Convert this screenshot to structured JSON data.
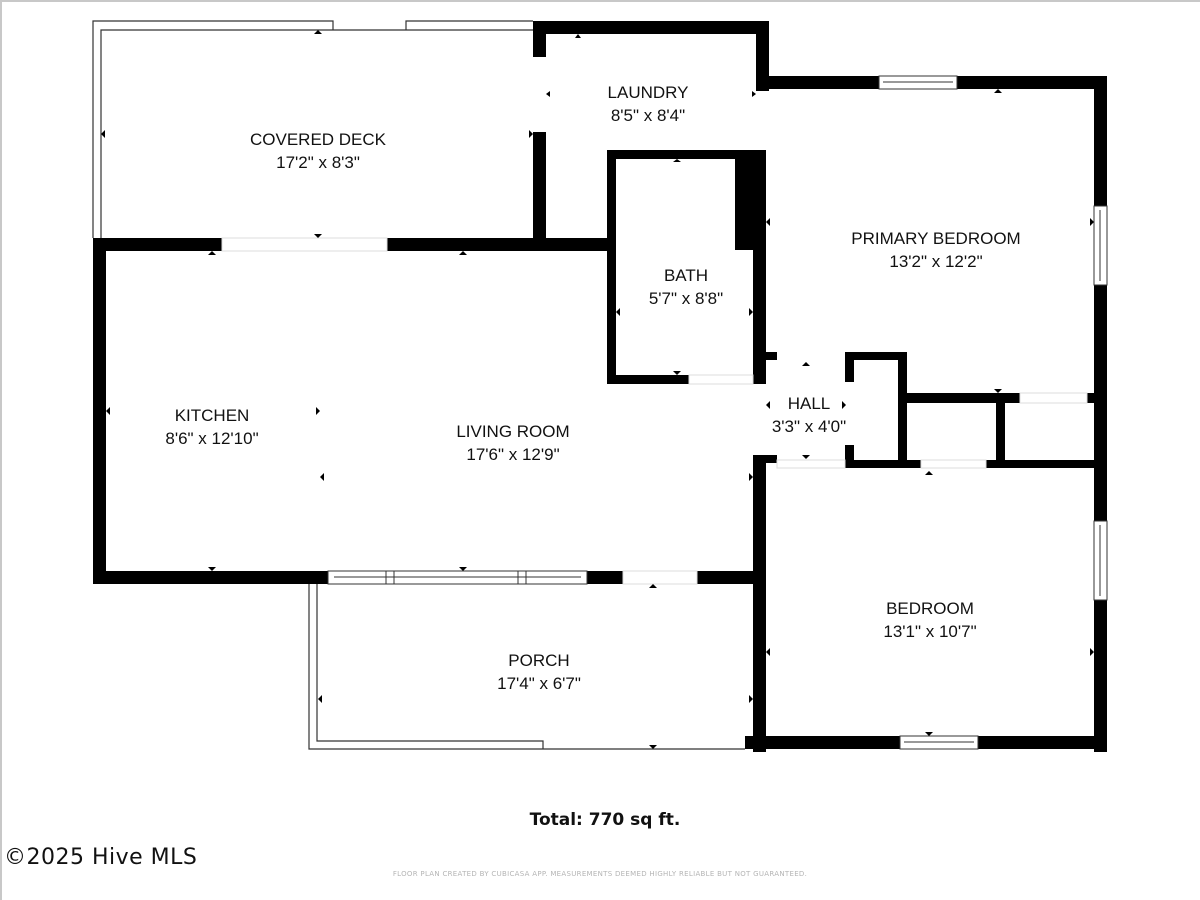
{
  "floor_plan": {
    "rooms": [
      {
        "id": "covered-deck",
        "name": "COVERED DECK",
        "dims": "17'2\" x 8'3\""
      },
      {
        "id": "laundry",
        "name": "LAUNDRY",
        "dims": "8'5\" x 8'4\""
      },
      {
        "id": "primary-bedroom",
        "name": "PRIMARY BEDROOM",
        "dims": "13'2\" x 12'2\""
      },
      {
        "id": "bath",
        "name": "BATH",
        "dims": "5'7\" x 8'8\""
      },
      {
        "id": "kitchen",
        "name": "KITCHEN",
        "dims": "8'6\" x 12'10\""
      },
      {
        "id": "living-room",
        "name": "LIVING ROOM",
        "dims": "17'6\" x 12'9\""
      },
      {
        "id": "hall",
        "name": "HALL",
        "dims": "3'3\" x 4'0\""
      },
      {
        "id": "bedroom",
        "name": "BEDROOM",
        "dims": "13'1\" x 10'7\""
      },
      {
        "id": "porch",
        "name": "PORCH",
        "dims": "17'4\" x 6'7\""
      }
    ],
    "total": "Total: 770 sq ft.",
    "copyright": "©2025 Hive MLS",
    "disclaimer": "FLOOR PLAN CREATED BY CUBICASA APP. MEASUREMENTS DEEMED HIGHLY RELIABLE BUT NOT GUARANTEED."
  },
  "colors": {
    "wall": "#000000",
    "background": "#ffffff",
    "disclaimer_text": "#b5b5b5"
  }
}
